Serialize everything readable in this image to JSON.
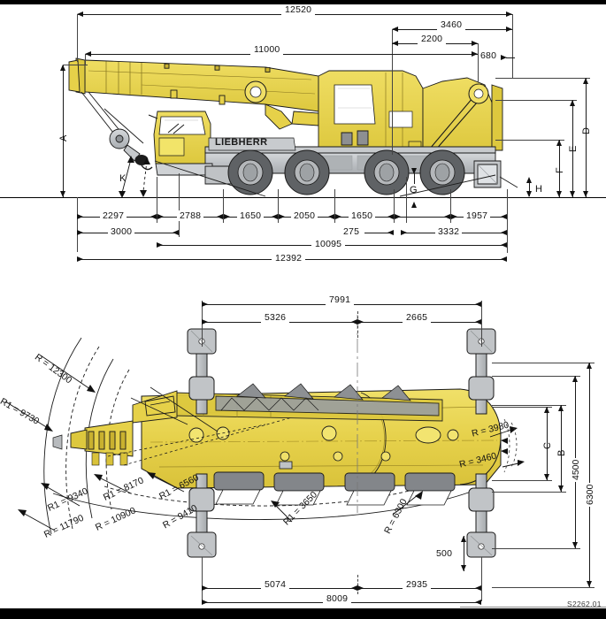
{
  "sheet": {
    "manufacturer": "LIEBHERR",
    "drawing_ref": "S2262.01",
    "colors": {
      "body_yellow": "#e9d44c",
      "body_yellow_dark": "#c9b12f",
      "steel_gray": "#b9bcbf",
      "tire_gray": "#6e7174",
      "line": "#111111"
    }
  },
  "side_view": {
    "top_dimensions": [
      {
        "value": "12520"
      },
      {
        "value": "3460"
      },
      {
        "value": "2200"
      },
      {
        "value": "680"
      },
      {
        "value": "11000"
      }
    ],
    "bottom_dimensions": [
      {
        "value": "2297"
      },
      {
        "value": "2788"
      },
      {
        "value": "1650"
      },
      {
        "value": "2050"
      },
      {
        "value": "1650"
      },
      {
        "value": "1957"
      },
      {
        "value": "3000"
      },
      {
        "value": "275"
      },
      {
        "value": "3332"
      },
      {
        "value": "10095"
      },
      {
        "value": "12392"
      }
    ],
    "letters": [
      {
        "id": "A"
      },
      {
        "id": "D"
      },
      {
        "id": "E"
      },
      {
        "id": "F"
      },
      {
        "id": "G"
      },
      {
        "id": "H"
      },
      {
        "id": "K"
      }
    ]
  },
  "plan_view": {
    "top_dimensions": [
      {
        "value": "7991"
      },
      {
        "value": "5326"
      },
      {
        "value": "2665"
      }
    ],
    "bottom_dimensions": [
      {
        "value": "5074"
      },
      {
        "value": "2935"
      },
      {
        "value": "8009"
      }
    ],
    "right_dimensions": [
      {
        "value": "4500"
      },
      {
        "value": "6300"
      },
      {
        "value": "500"
      }
    ],
    "letters": [
      {
        "id": "B"
      },
      {
        "id": "C"
      }
    ],
    "radii": [
      {
        "label": "R = 12300"
      },
      {
        "label": "R1 = 9730"
      },
      {
        "label": "R1 = 9340"
      },
      {
        "label": "R = 11790"
      },
      {
        "label": "R1 = 8170"
      },
      {
        "label": "R = 10900"
      },
      {
        "label": "R1 = 6560"
      },
      {
        "label": "R = 9410"
      },
      {
        "label": "R1 = 3650"
      },
      {
        "label": "R = 6300"
      },
      {
        "label": "R = 3980"
      },
      {
        "label": "R = 3460"
      }
    ]
  }
}
